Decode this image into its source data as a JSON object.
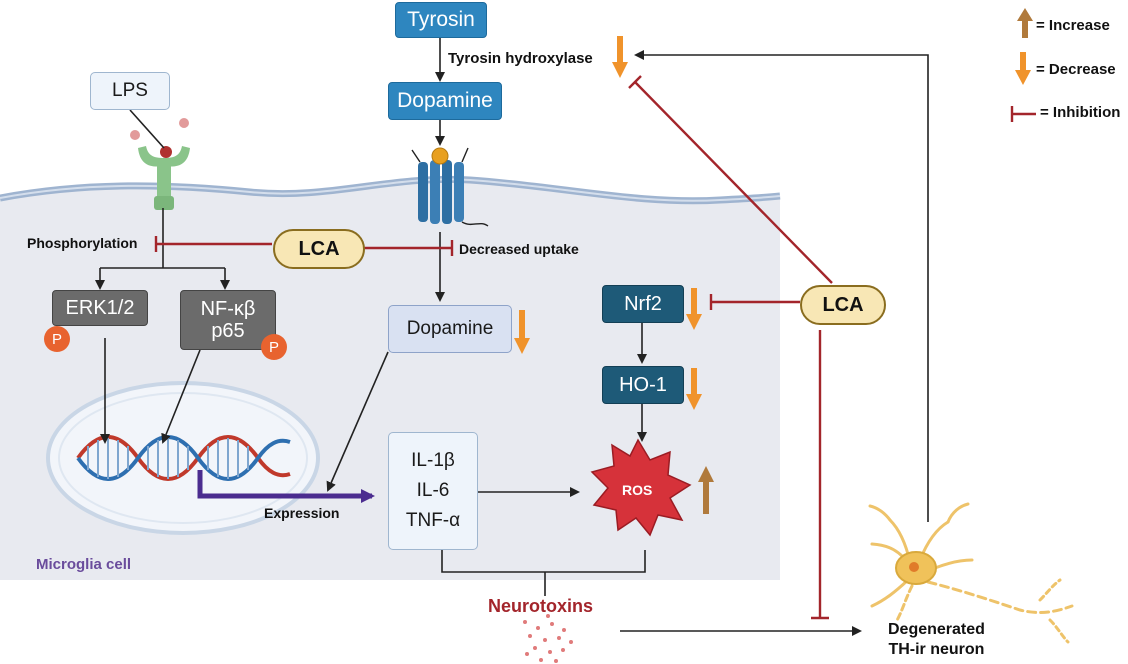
{
  "legend": {
    "increase": "= Increase",
    "decrease": "= Decrease",
    "inhibition": "= Inhibition"
  },
  "nodes": {
    "tyrosin": "Tyrosin",
    "tyrosin_hydroxylase": "Tyrosin hydroxylase",
    "dopamine_top": "Dopamine",
    "lps": "LPS",
    "phosphorylation": "Phosphorylation",
    "lca_left": "LCA",
    "decreased_uptake": "Decreased uptake",
    "erk": "ERK1/2",
    "nfkb_line1": "NF-κβ",
    "nfkb_line2": "p65",
    "p_badge": "P",
    "dopamine_inner": "Dopamine",
    "nrf2": "Nrf2",
    "ho1": "HO-1",
    "lca_right": "LCA",
    "il1b": "IL-1β",
    "il6": "IL-6",
    "tnfa": "TNF-α",
    "ros": "ROS",
    "expression": "Expression",
    "microglia_cell": "Microglia cell",
    "neurotoxins": "Neurotoxins",
    "degenerated_line1": "Degenerated",
    "degenerated_line2": "TH-ir neuron"
  },
  "colors": {
    "increase_arrow": "#b07a3c",
    "decrease_arrow": "#f0932b",
    "inhibition": "#a3252b",
    "expression_arrow": "#4b2c8f",
    "microglia_label": "#6a4c9c",
    "neurotoxins_label": "#a3252b"
  }
}
